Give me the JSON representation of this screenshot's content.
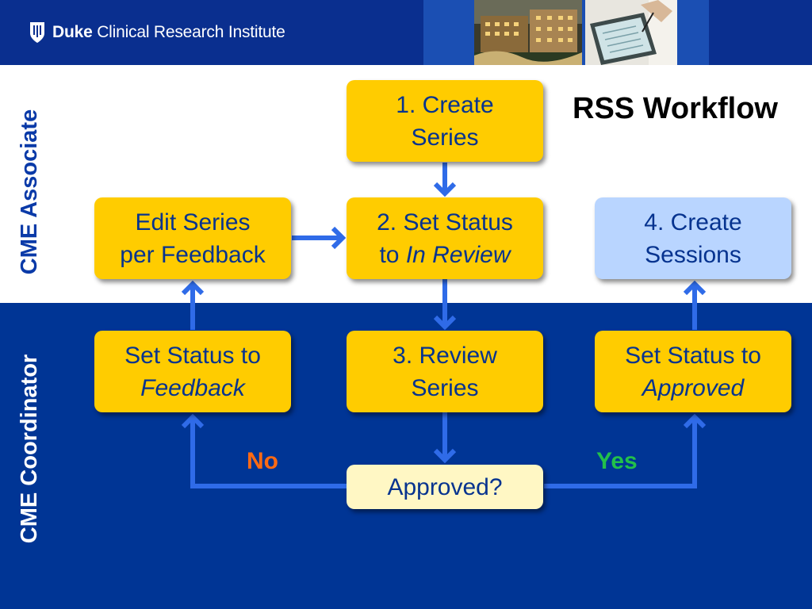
{
  "header": {
    "brand_bold": "Duke",
    "brand_rest": " Clinical Research Institute"
  },
  "title": "RSS Workflow",
  "lanes": {
    "upper": "CME Associate",
    "lower": "CME Coordinator"
  },
  "nodes": {
    "create_series": {
      "line1": "1. Create",
      "line2": "Series"
    },
    "set_in_review": {
      "line1": "2. Set Status",
      "line2_prefix": "to ",
      "line2_em": "In Review"
    },
    "edit_series": {
      "line1": "Edit Series",
      "line2": "per Feedback"
    },
    "create_sessions": {
      "line1": "4. Create",
      "line2": "Sessions"
    },
    "set_feedback": {
      "line1": "Set Status to",
      "line2_em": "Feedback"
    },
    "review_series": {
      "line1": "3. Review",
      "line2": "Series"
    },
    "set_approved": {
      "line1": "Set Status to",
      "line2_em": "Approved"
    },
    "approved_decision": {
      "label": "Approved?"
    }
  },
  "branches": {
    "no": "No",
    "yes": "Yes"
  },
  "colors": {
    "node_fill": "#ffcc00",
    "sessions_fill": "#b9d5ff",
    "decision_fill": "#fff7c4",
    "arrow": "#2f6be8",
    "no_label": "#ff6a13",
    "yes_label": "#22c04a"
  }
}
